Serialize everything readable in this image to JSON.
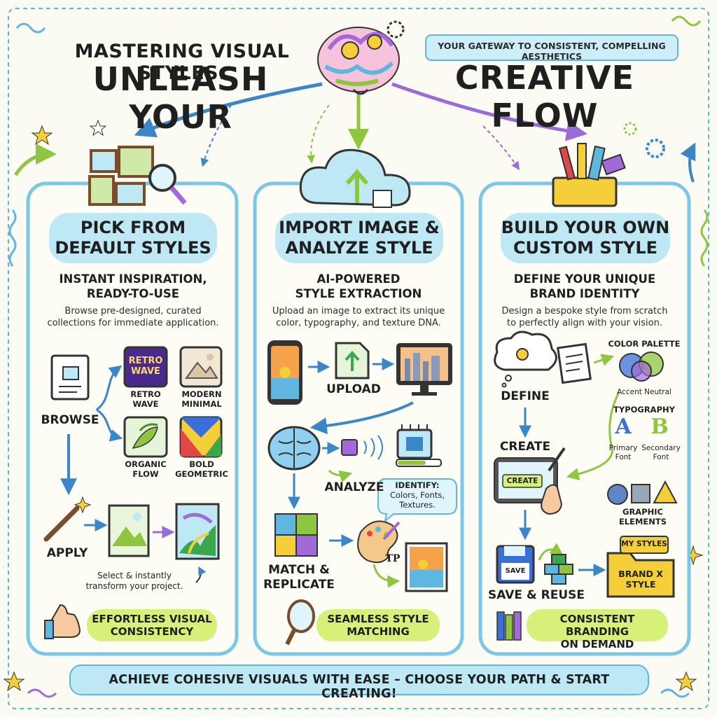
{
  "header": {
    "line1": "MASTERING VISUAL STYLES:",
    "line2": "UNLEASH YOUR",
    "line3": "CREATIVE FLOW",
    "tagline": "YOUR GATEWAY TO CONSISTENT, COMPELLING AESTHETICS"
  },
  "columns": [
    {
      "title_line1": "PICK FROM",
      "title_line2": "DEFAULT STYLES",
      "subtitle_line1": "INSTANT INSPIRATION,",
      "subtitle_line2": "READY-TO-USE",
      "desc_line1": "Browse pre-designed, curated",
      "desc_line2": "collections for immediate application.",
      "browse": "BROWSE",
      "styles": [
        {
          "line1": "RETRO",
          "line2": "WAVE"
        },
        {
          "line1": "MODERN",
          "line2": "MINIMAL"
        },
        {
          "line1": "ORGANIC",
          "line2": "FLOW"
        },
        {
          "line1": "BOLD",
          "line2": "GEOMETRIC"
        }
      ],
      "thumb_text_1": "RETRO",
      "thumb_text_2": "WAVE",
      "apply": "APPLY",
      "note_line1": "Select & instantly",
      "note_line2": "transform your project.",
      "pill_line1": "EFFORTLESS VISUAL",
      "pill_line2": "CONSISTENCY"
    },
    {
      "title_line1": "IMPORT IMAGE &",
      "title_line2": "ANALYZE STYLE",
      "subtitle_line1": "AI-POWERED",
      "subtitle_line2": "STYLE EXTRACTION",
      "desc_line1": "Upload an image to extract its unique",
      "desc_line2": "color, typography, and texture DNA.",
      "upload": "UPLOAD",
      "analyze": "ANALYZE",
      "identify_line1": "IDENTIFY:",
      "identify_line2": "Colors, Fonts,",
      "identify_line3": "Textures.",
      "match_line1": "MATCH &",
      "match_line2": "REPLICATE",
      "tp": "TP",
      "pill_line1": "SEAMLESS STYLE",
      "pill_line2": "MATCHING"
    },
    {
      "title_line1": "BUILD YOUR OWN",
      "title_line2": "CUSTOM STYLE",
      "subtitle_line1": "DEFINE YOUR UNIQUE",
      "subtitle_line2": "BRAND IDENTITY",
      "desc_line1": "Design a bespoke style from scratch",
      "desc_line2": "to perfectly align with your vision.",
      "define": "DEFINE",
      "color_palette": "COLOR PALETTE",
      "accent_neutral": "Accent Neutral",
      "typography": "TYPOGRAPHY",
      "font_a": "A",
      "font_b": "B",
      "primary_line1": "Primary",
      "primary_line2": "Font",
      "secondary_line1": "Secondary",
      "secondary_line2": "Font",
      "create": "CREATE",
      "create_btn": "CREATE",
      "graphic_line1": "GRAPHIC",
      "graphic_line2": "ELEMENTS",
      "save_icon_label": "SAVE",
      "save_reuse": "SAVE & REUSE",
      "my_styles": "MY STYLES",
      "brand_line1": "BRAND X",
      "brand_line2": "STYLE",
      "pill_line1": "CONSISTENT BRANDING",
      "pill_line2": "ON DEMAND"
    }
  ],
  "footer": "ACHIEVE COHESIVE VISUALS WITH EASE – CHOOSE YOUR PATH & START CREATING!",
  "colors": {
    "cyan": "#bfe8f5",
    "lime": "#d6f07a",
    "purple": "#9b6bd8",
    "blue": "#4aa8d8",
    "yellow": "#f5cf3a"
  }
}
